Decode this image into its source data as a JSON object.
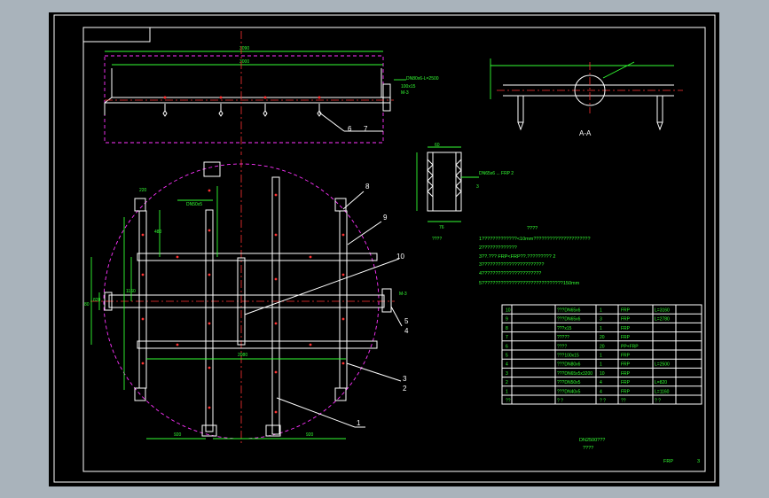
{
  "viewport_background": "#a9b3bb",
  "colors": {
    "frame": "#ffffff",
    "dimension": "#33ff33",
    "boundary": "#ff33ff",
    "centerline": "#ff3333",
    "drawing": "#ffffff"
  },
  "section_label": "A-A",
  "leaders": {
    "l1": "1",
    "l2": "2",
    "l3": "3",
    "l4": "4",
    "l5": "5",
    "l6": "6",
    "l7": "7",
    "l8": "8",
    "l9": "9",
    "l10": "10"
  },
  "flange_tag_top": "M-3",
  "flange_tag_plan": "M-3",
  "notes": [
    "????",
    "1?????????????<10mm?????????????????????",
    "2?????????????",
    "3??.??? FRP<FRP??.????????? 2",
    "3???????????????????????",
    "4??????????????????????",
    "5??????????????????????????????150mm"
  ],
  "detail_label": "????",
  "bom": [
    {
      "no": "10",
      "name": "???DN65x6",
      "qty": "1",
      "mat": "FRP",
      "note": "L=3160"
    },
    {
      "no": "9",
      "name": "???DN65x6",
      "qty": "3",
      "mat": "FRP",
      "note": "L=2780"
    },
    {
      "no": "8",
      "name": "???x15",
      "qty": "1",
      "mat": "FRP",
      "note": ""
    },
    {
      "no": "7",
      "name": "?????",
      "qty": "20",
      "mat": "FRP",
      "note": ""
    },
    {
      "no": "6",
      "name": "????",
      "qty": "20",
      "mat": "PP+FRP",
      "note": ""
    },
    {
      "no": "5",
      "name": "???100x15",
      "qty": "1",
      "mat": "FRP",
      "note": ""
    },
    {
      "no": "4",
      "name": "???DN80x6",
      "qty": "1",
      "mat": "FRP",
      "note": "L=2500"
    },
    {
      "no": "3",
      "name": "???DN65x5x3200",
      "qty": "10",
      "mat": "FRP",
      "note": ""
    },
    {
      "no": "2",
      "name": "???DN50x5",
      "qty": "4",
      "mat": "FRP",
      "note": "L=820"
    },
    {
      "no": "1",
      "name": "???DN40x5",
      "qty": "4",
      "mat": "FRP",
      "note": "L=1160"
    }
  ],
  "bom_header": {
    "no": "??",
    "name": "? ?",
    "qty": "? ?",
    "mat": "??",
    "note": "? ?"
  },
  "title_block": {
    "title": "DN2500???",
    "sub": "????",
    "material": "FRP",
    "sheet": "3"
  }
}
